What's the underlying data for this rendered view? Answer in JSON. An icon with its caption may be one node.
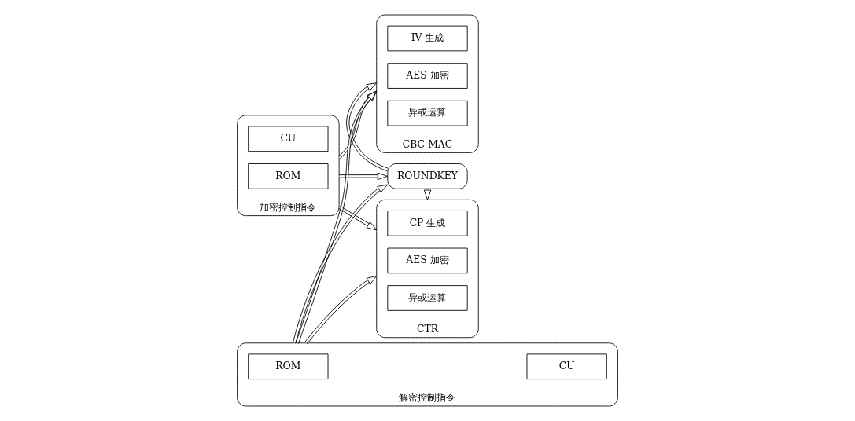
{
  "diagram": {
    "nodes": [
      {
        "text": [
          "加密控制指令"
        ]
      },
      {
        "text": [
          "CU"
        ],
        "in": 0
      },
      {
        "text": [
          "ROM"
        ],
        "in": 0
      },
      {
        "text": [
          "CBC-MAC"
        ]
      },
      {
        "text": [
          "IV 生成"
        ],
        "in": 3
      },
      {
        "text": [
          "AES 加密"
        ],
        "in": 3
      },
      {
        "text": [
          "异或运算"
        ],
        "in": 3
      },
      {
        "text": [
          "ROUNDKEY"
        ]
      },
      {
        "text": [
          "CTR"
        ]
      },
      {
        "text": [
          "CP 生成"
        ],
        "in": 8
      },
      {
        "text": [
          "AES 加密"
        ],
        "in": 8
      },
      {
        "text": [
          "异或运算"
        ],
        "in": 8
      },
      {
        "text": [
          "解密控制指令"
        ]
      },
      {
        "text": [
          "CU"
        ],
        "in": 12
      },
      {
        "text": [
          "ROM"
        ],
        "in": 12
      }
    ],
    "edges": [
      {
        "from": 0,
        "to": 3,
        "arrow": "to"
      },
      {
        "from": 0,
        "to": 7,
        "arrow": "to"
      },
      {
        "from": 0,
        "to": 8,
        "arrow": "to"
      },
      {
        "from": 12,
        "to": 3,
        "arrow": "to"
      },
      {
        "from": 12,
        "to": 7,
        "arrow": "to"
      },
      {
        "from": 12,
        "to": 8,
        "arrow": "to"
      },
      {
        "from": 7,
        "to": 3,
        "arrow": "to"
      },
      {
        "from": 7,
        "to": 8,
        "arrow": "to"
      }
    ]
  }
}
